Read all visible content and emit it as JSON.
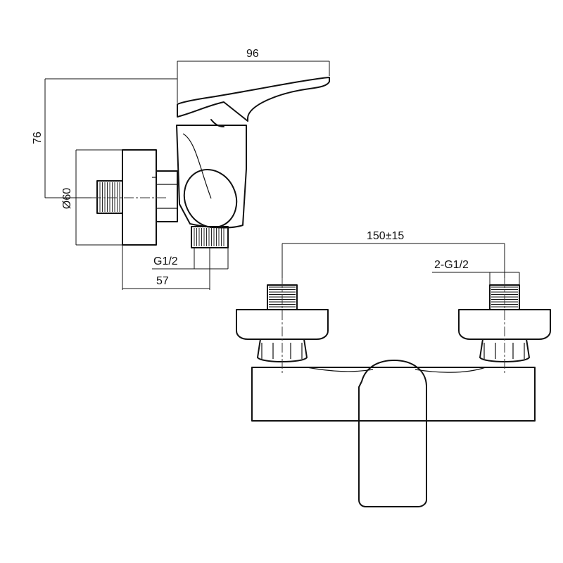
{
  "dimensions": {
    "top_width": "96",
    "height": "76",
    "diameter": "Ø60",
    "inlet_thread": "G1/2",
    "depth": "57",
    "center_distance": "150±15",
    "outlet_threads": "2-G1/2"
  }
}
